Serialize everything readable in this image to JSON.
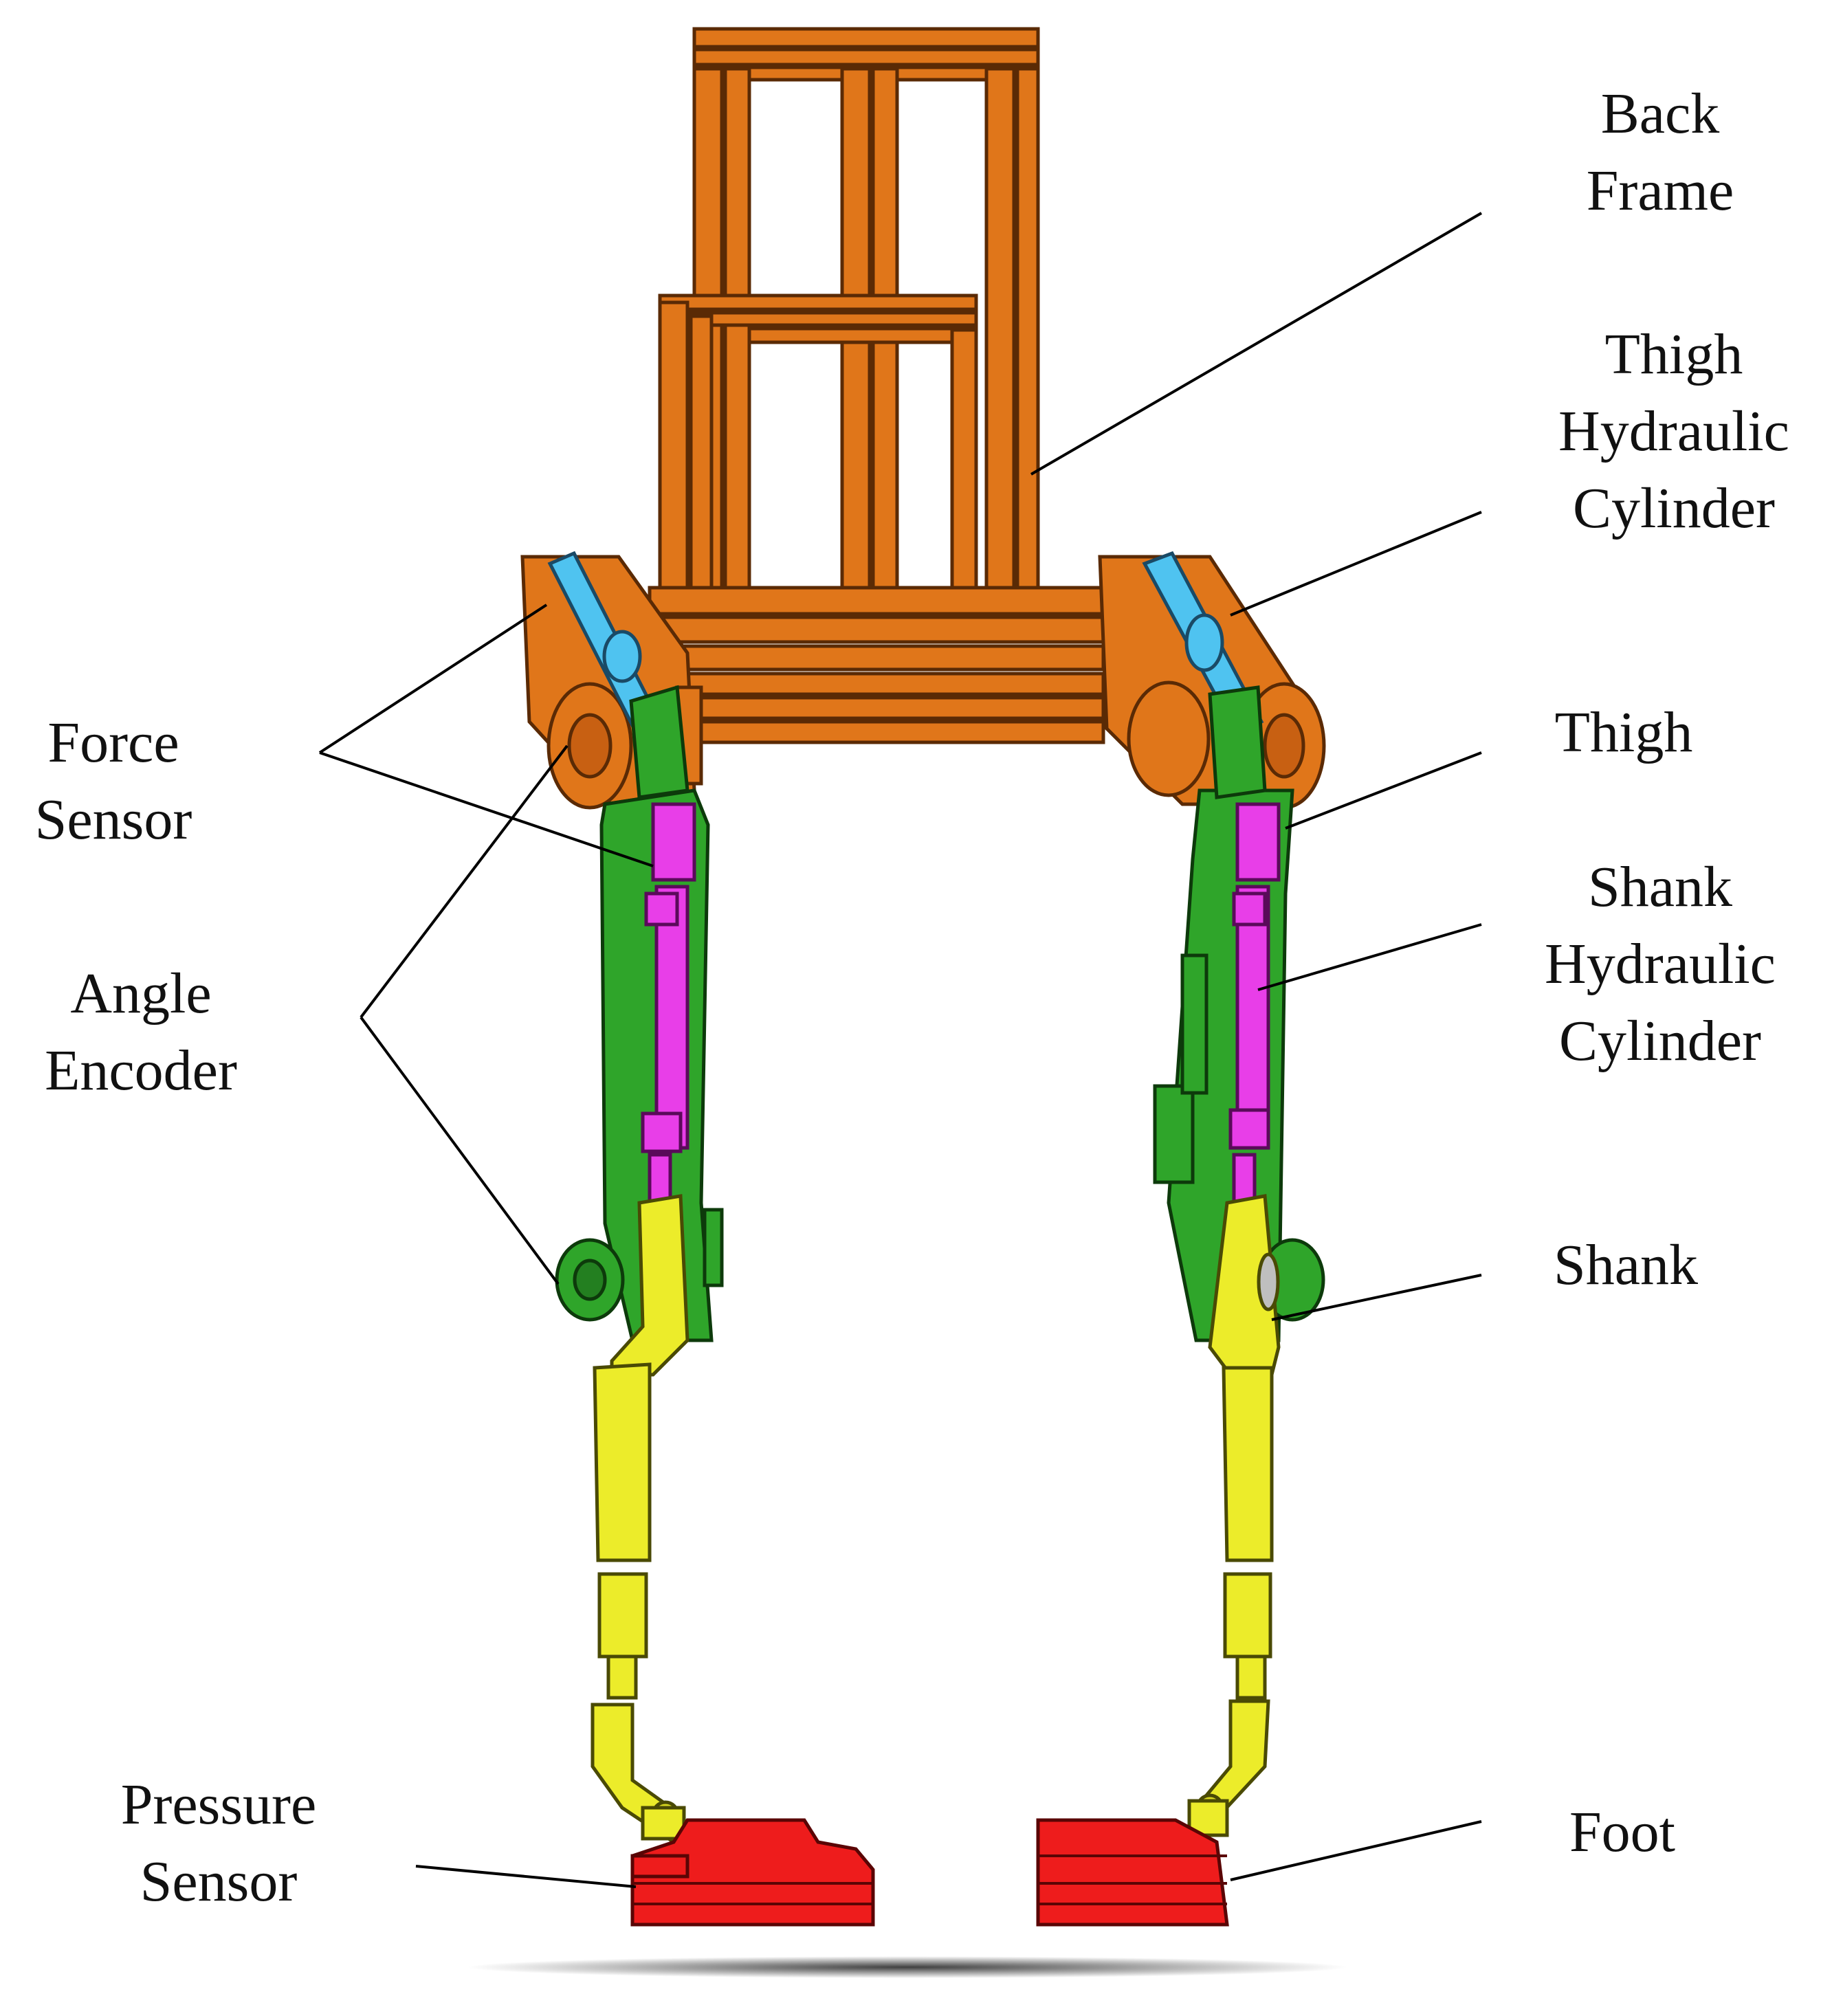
{
  "labels": {
    "back_frame": [
      "Back",
      "Frame"
    ],
    "thigh_hydraulic_cylinder": [
      "Thigh",
      "Hydraulic",
      "Cylinder"
    ],
    "thigh": [
      "Thigh"
    ],
    "shank_hydraulic_cylinder": [
      "Shank",
      "Hydraulic",
      "Cylinder"
    ],
    "shank": [
      "Shank"
    ],
    "foot": [
      "Foot"
    ],
    "force_sensor": [
      "Force",
      "Sensor"
    ],
    "angle_encoder": [
      "Angle",
      "Encoder"
    ],
    "pressure_sensor": [
      "Pressure",
      "Sensor"
    ]
  },
  "colors": {
    "back_frame": "#e0761a",
    "hip_joint": "#e0761a",
    "thigh_hydraulic_cylinder": "#4fc3f0",
    "thigh": "#2fa52a",
    "shank_hydraulic_cylinder": "#e83ee8",
    "shank": "#ecec2a",
    "foot": "#ee1c1c",
    "outline": "#1a1a1a",
    "leader_line": "#000000"
  }
}
